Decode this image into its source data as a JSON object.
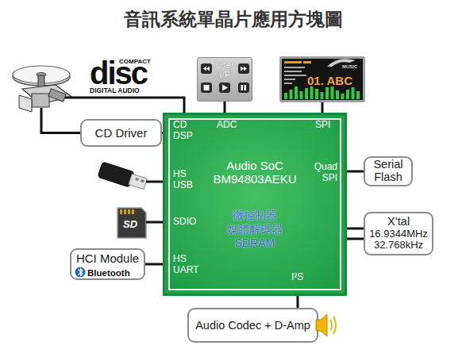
{
  "diagram": {
    "title": "音訊系統單晶片應用方塊圖",
    "nodes": [
      {
        "text": [
          "User I/F"
        ]
      },
      {
        "text": [
          "MUSIC",
          "01. ABC"
        ]
      },
      {
        "text": [
          "CD Driver"
        ]
      },
      {
        "text": [
          "Audio SoC BM94803AEKU",
          "微控制器 媒體解碼器 SDRAM"
        ]
      },
      {
        "text": [
          "Serial Flash"
        ]
      },
      {
        "text": [
          "X’tal",
          "16.9344MHz 32.768kHz"
        ]
      },
      {
        "text": [
          "HCI Module",
          "Bluetooth"
        ]
      },
      {
        "text": [
          "Audio Codec + D-Amp"
        ]
      }
    ],
    "edges": [
      {
        "from": 2,
        "to": 3,
        "arrow": "none"
      },
      {
        "from": 0,
        "to": 3,
        "arrow": "none"
      },
      {
        "from": 1,
        "to": 3,
        "arrow": "none"
      },
      {
        "from": 3,
        "to": 4,
        "arrow": "none"
      },
      {
        "from": 3,
        "to": 5,
        "arrow": "none"
      },
      {
        "from": 6,
        "to": 3,
        "arrow": "none"
      },
      {
        "from": 3,
        "to": 7,
        "arrow": "none"
      }
    ],
    "labels": [
      "COMPACT",
      "disc",
      "DIGITAL AUDIO",
      "CD DSP",
      "ADC",
      "SPI",
      "HS USB",
      "Quad SPI",
      "SDIO",
      "HS UART",
      "I²S",
      "SD"
    ]
  }
}
